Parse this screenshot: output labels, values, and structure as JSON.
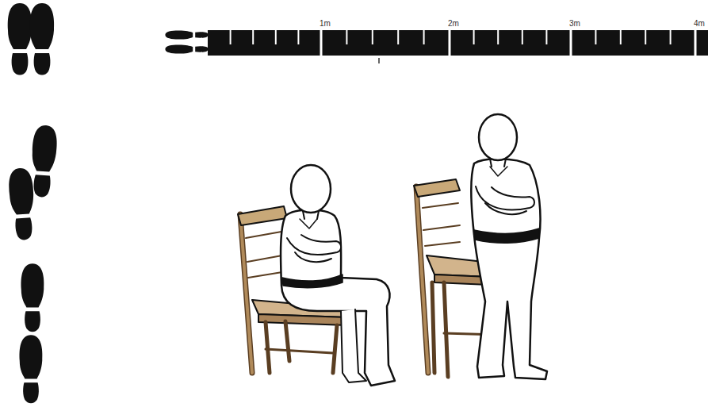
{
  "diagram": {
    "labels": [
      "1m",
      "2m",
      "3m",
      "4m"
    ]
  }
}
